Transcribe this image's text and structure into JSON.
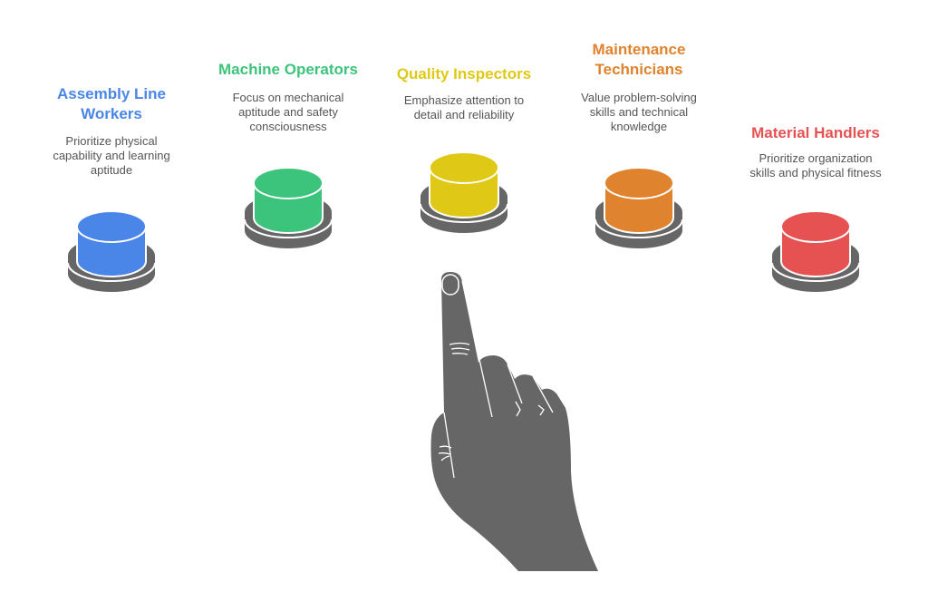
{
  "items": [
    {
      "title": "Assembly Line Workers",
      "title_lines": [
        "Assembly Line",
        "Workers"
      ],
      "desc_lines": [
        "Prioritize physical",
        "capability and learning",
        "aptitude"
      ],
      "color": "#4a86e8"
    },
    {
      "title": "Machine Operators",
      "title_lines": [
        "Machine Operators"
      ],
      "desc_lines": [
        "Focus on mechanical",
        "aptitude and safety",
        "consciousness"
      ],
      "color": "#3cc47c"
    },
    {
      "title": "Quality Inspectors",
      "title_lines": [
        "Quality Inspectors"
      ],
      "desc_lines": [
        "Emphasize attention to",
        "detail and reliability"
      ],
      "color": "#e0c916"
    },
    {
      "title": "Maintenance Technicians",
      "title_lines": [
        "Maintenance",
        "Technicians"
      ],
      "desc_lines": [
        "Value problem-solving",
        "skills and technical",
        "knowledge"
      ],
      "color": "#e0832e"
    },
    {
      "title": "Material Handlers",
      "title_lines": [
        "Material Handlers"
      ],
      "desc_lines": [
        "Prioritize organization",
        "skills and physical fitness"
      ],
      "color": "#e65252"
    }
  ],
  "hand_color": "#666666"
}
